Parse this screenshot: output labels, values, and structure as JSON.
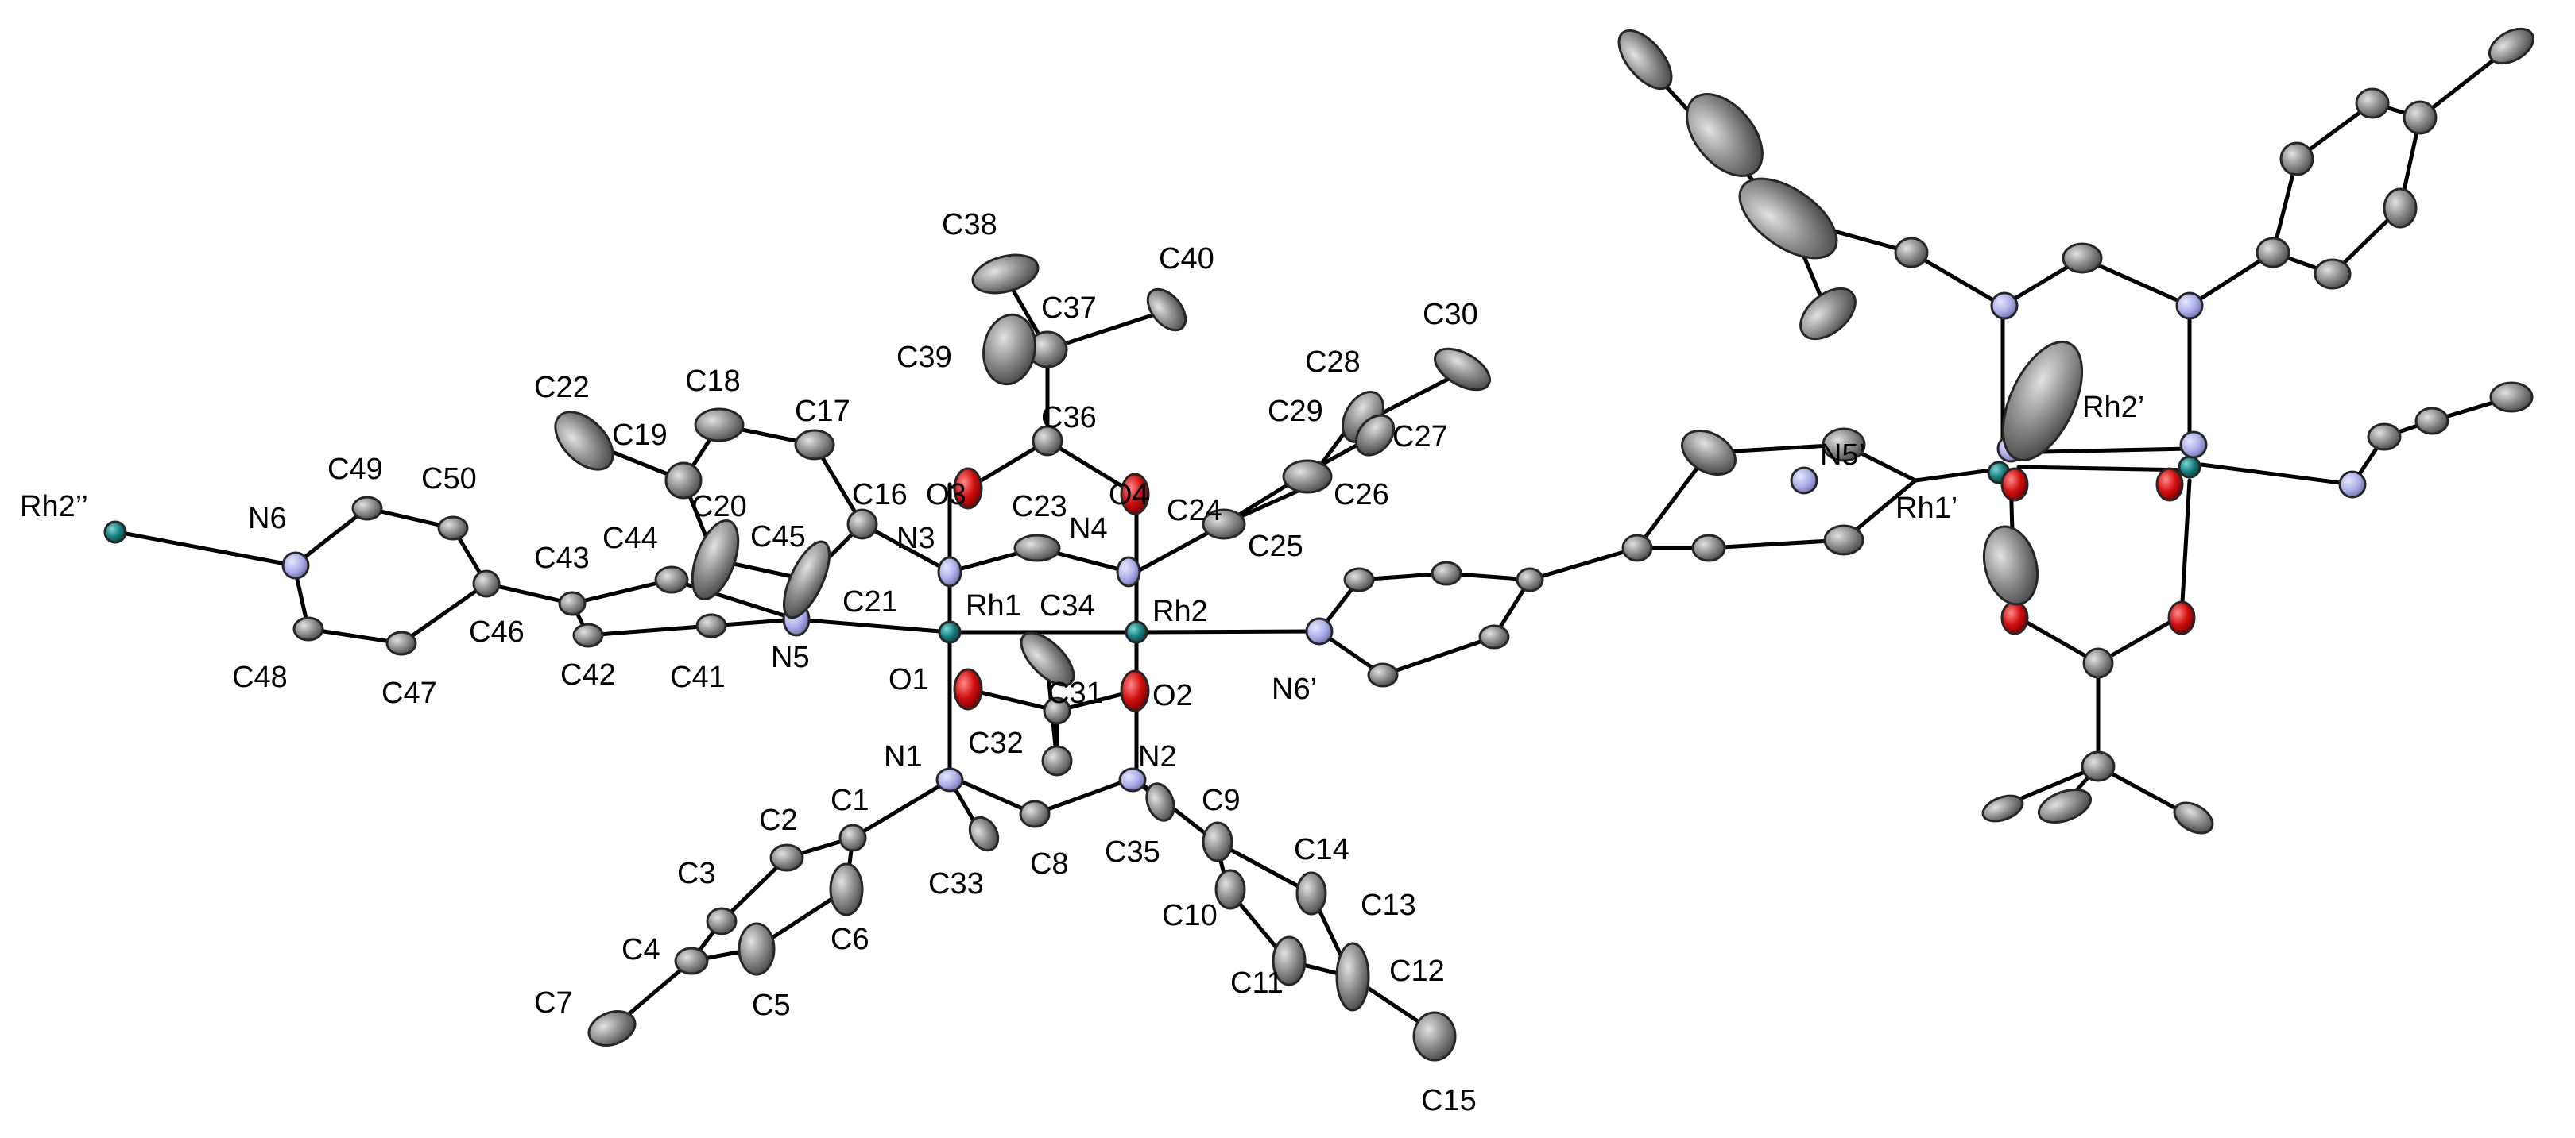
{
  "colors": {
    "carbon": "#8c8c8c",
    "nitrogen": "#a9abe6",
    "oxygen": "#d10f0f",
    "rhodium": "#16807f",
    "bond": "#000000",
    "label": "#000000"
  },
  "labels": {
    "rh2pp": "Rh2’’",
    "n6": "N6",
    "c49": "C49",
    "c50": "C50",
    "c48": "C48",
    "c47": "C47",
    "c46": "C46",
    "c43": "C43",
    "c44": "C44",
    "c42": "C42",
    "c41": "C41",
    "c45": "C45",
    "c22": "C22",
    "c19": "C19",
    "c18": "C18",
    "c20": "C20",
    "c17": "C17",
    "c16": "C16",
    "c21": "C21",
    "n5": "N5",
    "n3": "N3",
    "o3": "O3",
    "c38": "C38",
    "c37": "C37",
    "c39": "C39",
    "c40": "C40",
    "c36": "C36",
    "o4": "O4",
    "c23": "C23",
    "n4": "N4",
    "rh1": "Rh1",
    "c34": "C34",
    "rh2": "Rh2",
    "o1": "O1",
    "c31": "C31",
    "o2": "O2",
    "c32": "C32",
    "n1": "N1",
    "n2": "N2",
    "c1": "C1",
    "c2": "C2",
    "c3": "C3",
    "c4": "C4",
    "c5": "C5",
    "c6": "C6",
    "c7": "C7",
    "c33": "C33",
    "c8": "C8",
    "c35": "C35",
    "c9": "C9",
    "c10": "C10",
    "c11": "C11",
    "c12": "C12",
    "c13": "C13",
    "c14": "C14",
    "c15": "C15",
    "c24": "C24",
    "c25": "C25",
    "c26": "C26",
    "c27": "C27",
    "c28": "C28",
    "c29": "C29",
    "c30": "C30",
    "n6p": "N6’",
    "n5p": "N5’",
    "rh1p": "Rh1’",
    "rh2p": "Rh2’"
  }
}
